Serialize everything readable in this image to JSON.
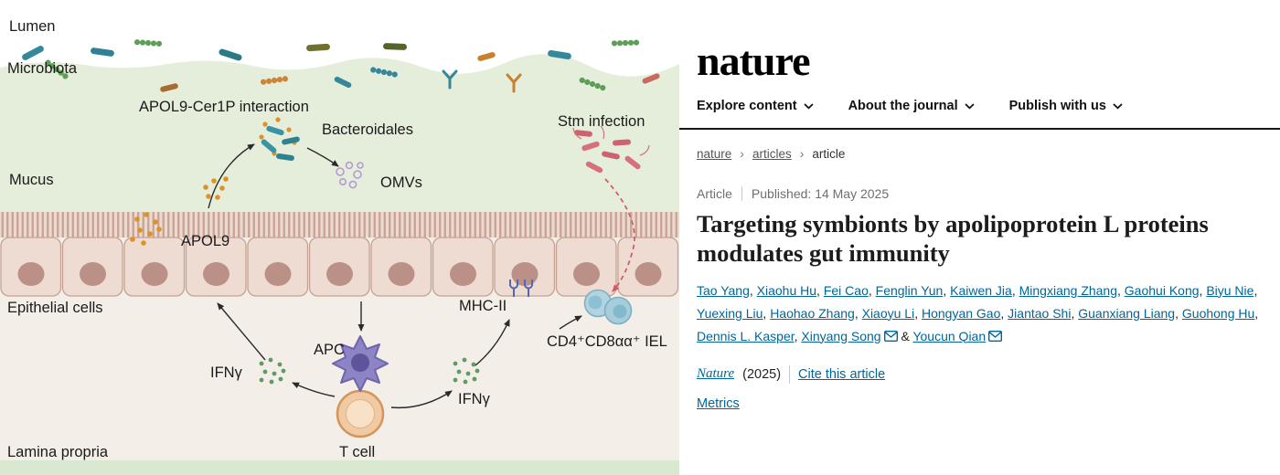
{
  "figure": {
    "labels": {
      "lumen": "Lumen",
      "microbiota": "Microbiota",
      "mucus": "Mucus",
      "epithelial_cells": "Epithelial cells",
      "lamina_propria": "Lamina propria",
      "apol9_cer1p": "APOL9-Cer1P interaction",
      "bacteroidales": "Bacteroidales",
      "omvs": "OMVs",
      "apol9": "APOL9",
      "stm_infection": "Stm infection",
      "mhc2": "MHC-II",
      "iel": "CD4⁺CD8αα⁺ IEL",
      "apc": "APC",
      "ifng_left": "IFNγ",
      "ifng_right": "IFNγ",
      "t_cell": "T cell"
    }
  },
  "site": {
    "logo": "nature",
    "nav": [
      {
        "label": "Explore content"
      },
      {
        "label": "About the journal"
      },
      {
        "label": "Publish with us"
      }
    ],
    "breadcrumb_separator": "›",
    "breadcrumbs": [
      {
        "label": "nature"
      },
      {
        "label": "articles"
      },
      {
        "label": "article"
      }
    ]
  },
  "article": {
    "type": "Article",
    "published_label": "Published:",
    "published_date": "14 May 2025",
    "title": "Targeting symbionts by apolipoprotein L proteins modulates gut immunity",
    "authors": [
      {
        "name": "Tao Yang"
      },
      {
        "name": "Xiaohu Hu"
      },
      {
        "name": "Fei Cao"
      },
      {
        "name": "Fenglin Yun"
      },
      {
        "name": "Kaiwen Jia"
      },
      {
        "name": "Mingxiang Zhang"
      },
      {
        "name": "Gaohui Kong"
      },
      {
        "name": "Biyu Nie"
      },
      {
        "name": "Yuexing Liu"
      },
      {
        "name": "Haohao Zhang"
      },
      {
        "name": "Xiaoyu Li"
      },
      {
        "name": "Hongyan Gao"
      },
      {
        "name": "Jiantao Shi"
      },
      {
        "name": "Guanxiang Liang"
      },
      {
        "name": "Guohong Hu"
      },
      {
        "name": "Dennis L. Kasper"
      },
      {
        "name": "Xinyang Song",
        "email": true
      },
      {
        "name": "Youcun Qian",
        "email": true
      }
    ],
    "and_separator": "&",
    "journal": "Nature",
    "year": "(2025)",
    "cite_label": "Cite this article",
    "metrics_label": "Metrics"
  },
  "colors": {
    "link_blue": "#006699",
    "mucus_green": "#e5eedb",
    "epithelial_fill": "#eedbd2",
    "stm_red": "#d25864",
    "apol9_orange": "#dd9226"
  }
}
